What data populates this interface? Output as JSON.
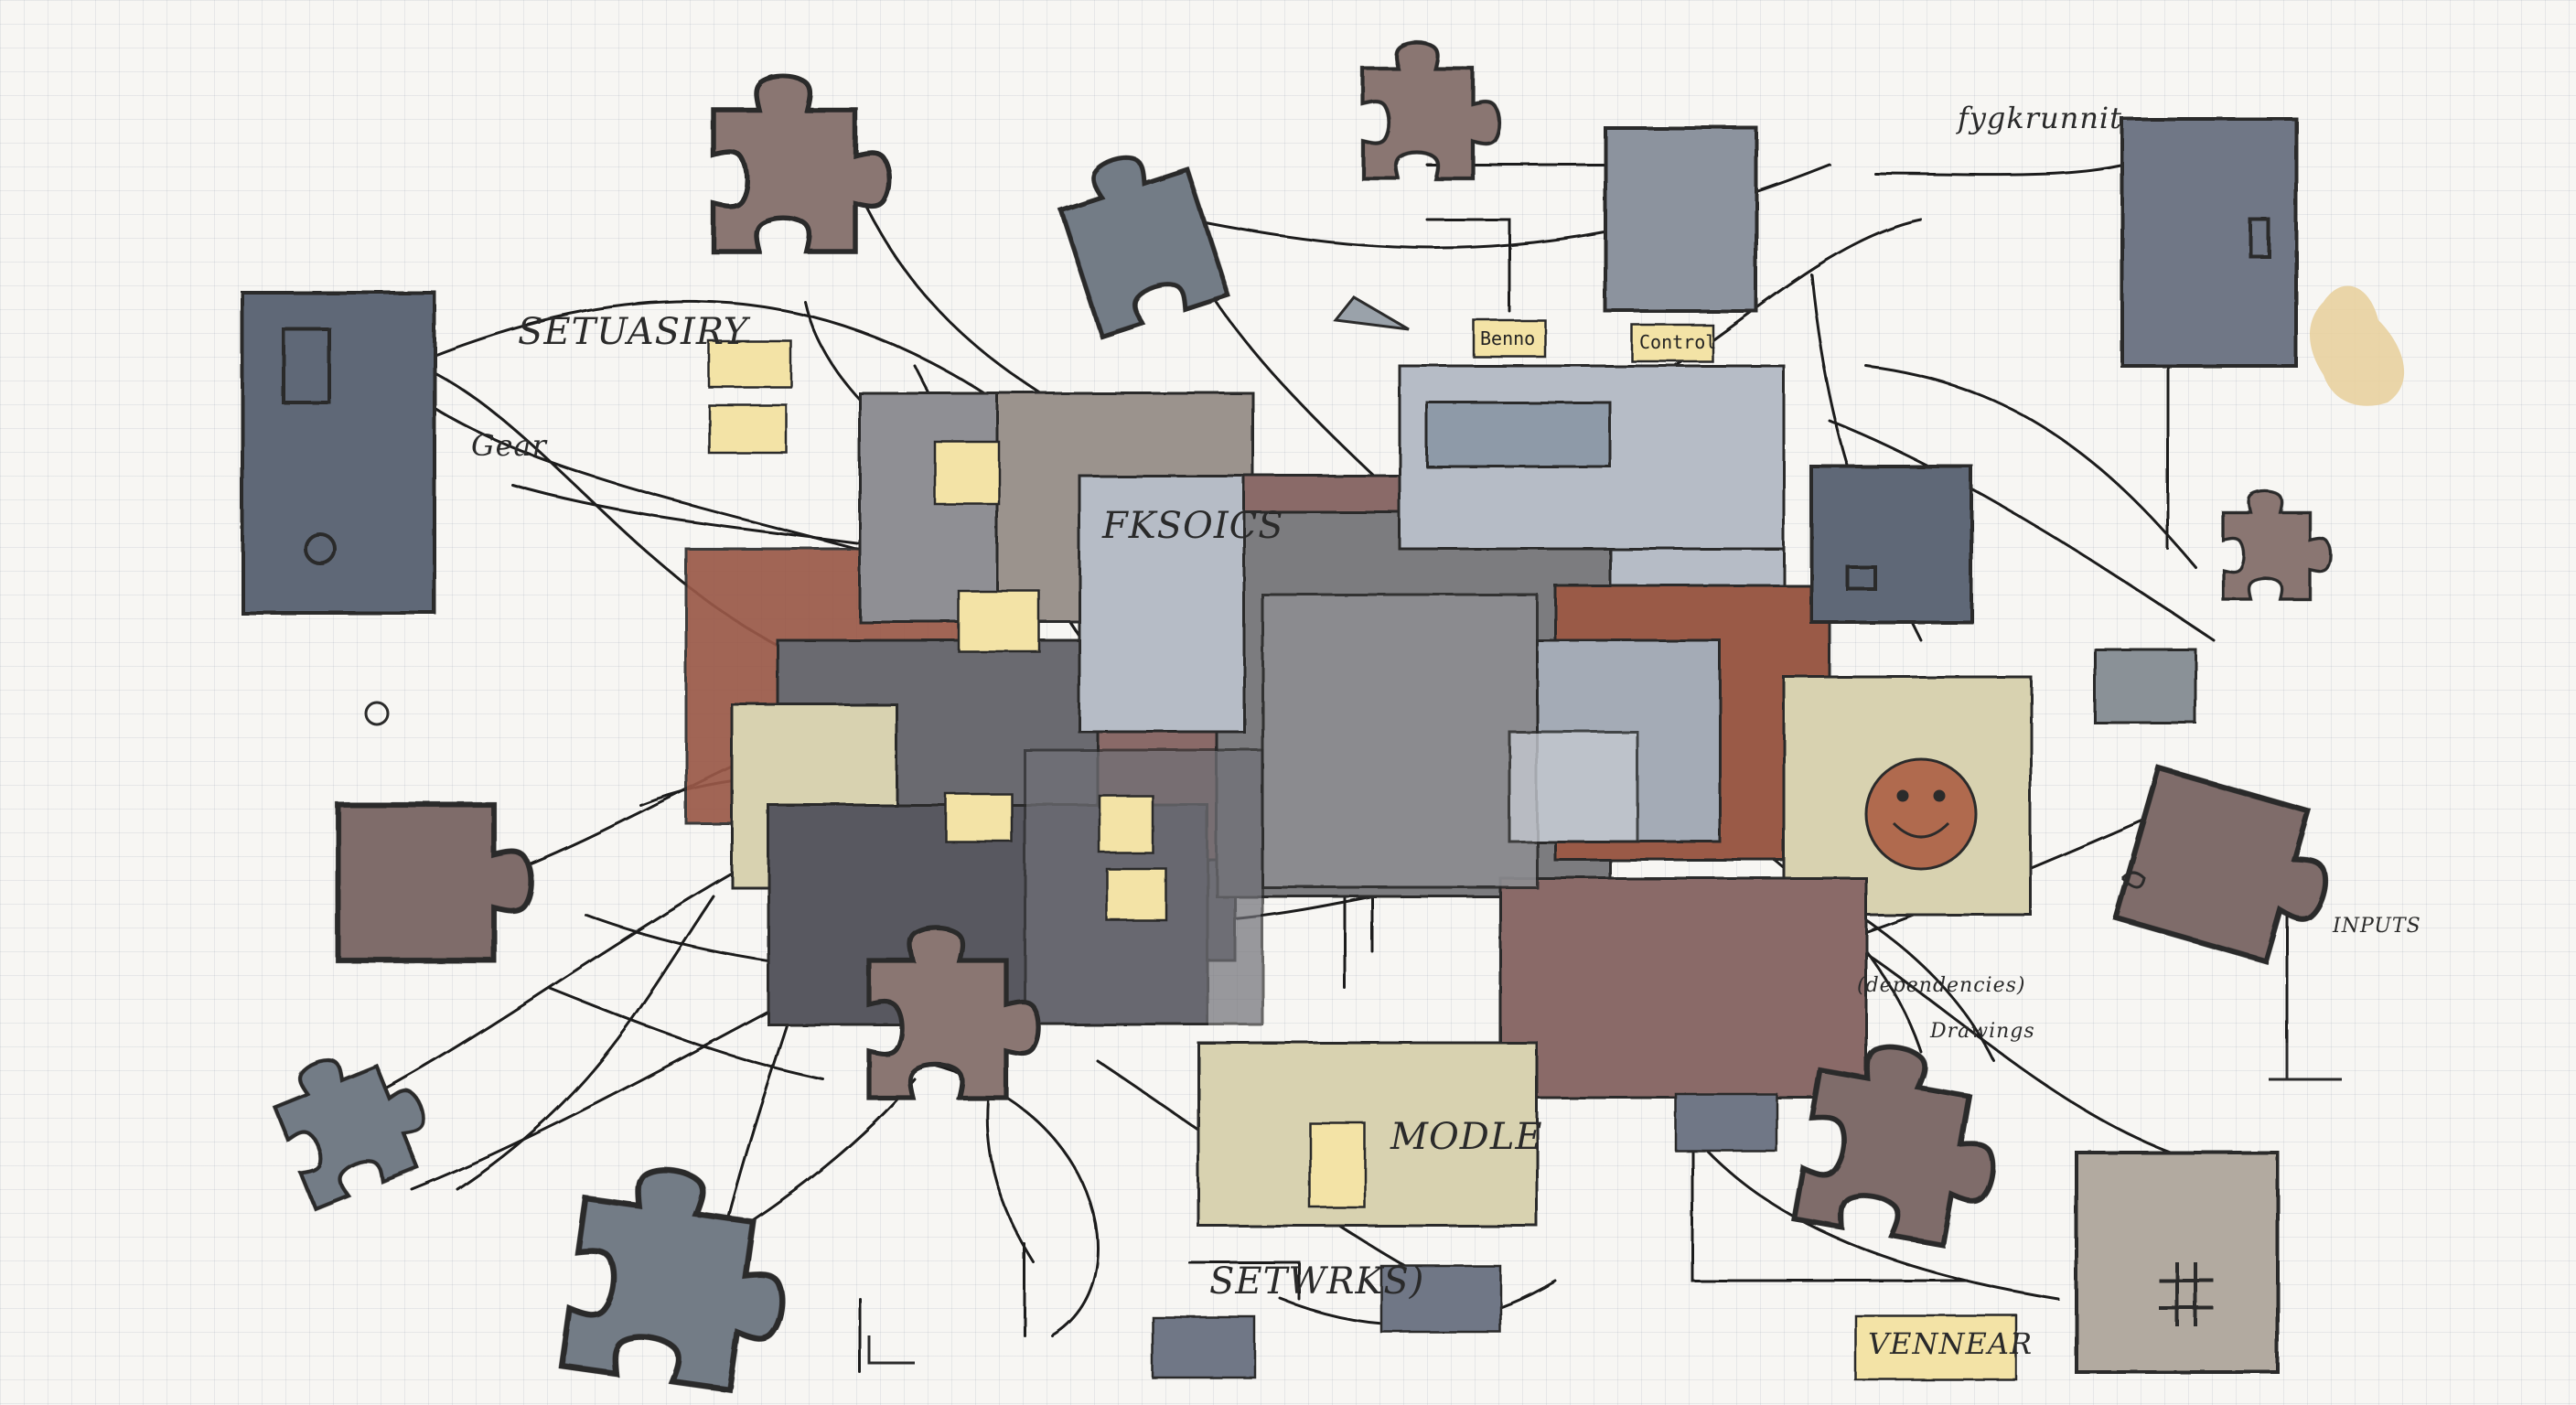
{
  "labels": {
    "setuasiry": "SETUASIRY",
    "fygkrunnit": "fygkrunnit",
    "fksoics": "FKSOICS",
    "gear_note": "Gear",
    "inputs": "INPUTS",
    "dependencies": "(dependencies)",
    "drawings": "Drawings",
    "setwrks": "SETWRKS)",
    "vennear": "VENNEAR",
    "module": "MODLE",
    "note_bend": "Benno",
    "note_control": "Control"
  },
  "palette": {
    "paper": "#f7f6f3",
    "grid": "#c9ced8",
    "slate": "#6f7786",
    "rose_brown": "#8a7672",
    "rust": "#9a5a47",
    "khaki": "#d8d2b0",
    "sticky_note": "#f3e3a6",
    "ink": "#1d1d1d",
    "stain": "#e8cf9a"
  },
  "icons": [
    "puzzle-piece-icon",
    "sticky-note-icon",
    "monitor-icon",
    "smiley-face-icon",
    "hash-grid-icon"
  ]
}
